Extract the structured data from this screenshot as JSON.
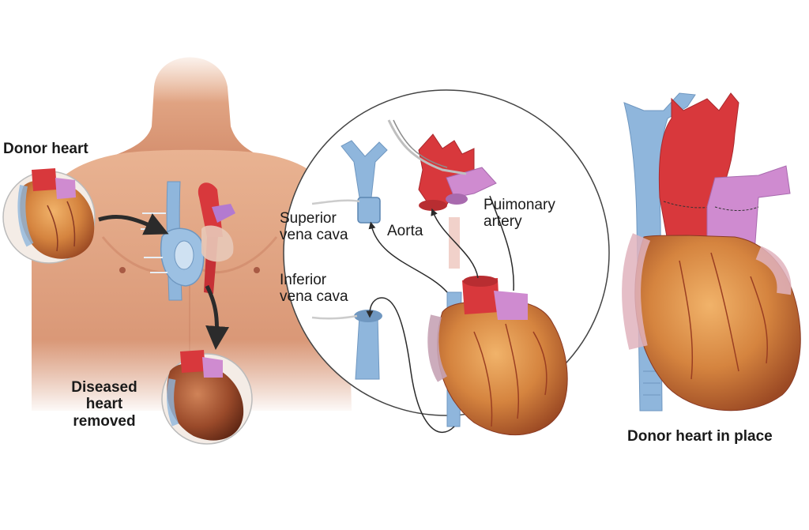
{
  "labels": {
    "donor_heart": "Donor heart",
    "diseased_line1": "Diseased",
    "diseased_line2": "heart",
    "diseased_line3": "removed",
    "svc_line1": "Superior",
    "svc_line2": "vena cava",
    "aorta": "Aorta",
    "pa_line1": "Puimonary",
    "pa_line2": "artery",
    "ivc_line1": "Inferior",
    "ivc_line2": "vena cava",
    "in_place": "Donor heart in place"
  },
  "colors": {
    "skin": "#e2a383",
    "skin_shadow": "#c98062",
    "vein_blue": "#8fb6dc",
    "aorta_red": "#d8383c",
    "pulmonary_pink": "#cf8bd0",
    "heart_muscle": "#d98a4c",
    "heart_dark": "#8a3a24",
    "arrow": "#2b2b2b"
  }
}
